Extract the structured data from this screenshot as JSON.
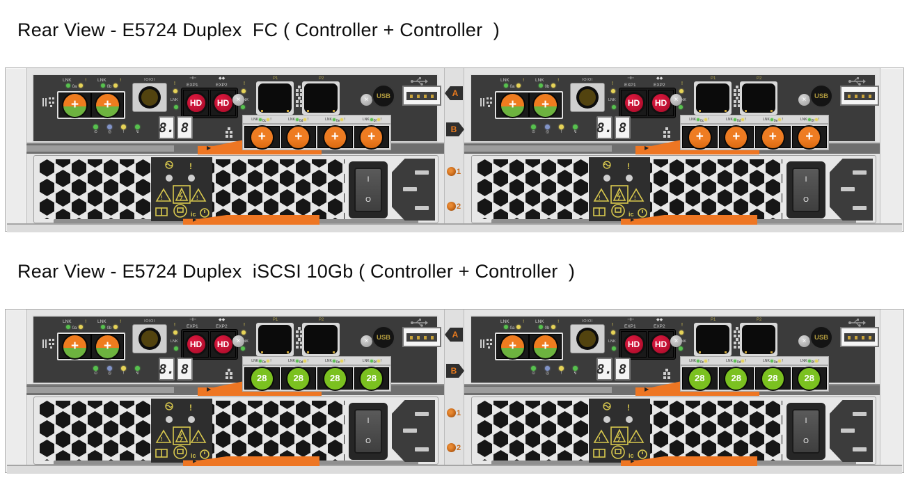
{
  "figures": [
    {
      "variant": "fc",
      "title": "Rear View - E5724 Duplex  FC ( Controller + Controller  )",
      "host_port_text": "+"
    },
    {
      "variant": "iscsi",
      "title": "Rear View - E5724 Duplex  iSCSI 10Gb ( Controller + Controller  )",
      "host_port_text": "28"
    }
  ],
  "controller": {
    "lnk": "LNK",
    "alert": "!",
    "base_port_plus": "+",
    "base_ports": [
      "0a",
      "0b"
    ],
    "serial_label": "IOIOI",
    "exp_link_icon": "⊣⊢",
    "exp_diamond_icon": "◆◆",
    "exp1": "EXP1",
    "exp2": "EXP2",
    "sas_hd": "HD",
    "display_left": "8.",
    "display_right": "8",
    "status_symbols": [
      "⊙",
      "◎",
      "!",
      "↯"
    ],
    "p1": "P1",
    "p2": "P2",
    "usb": "USB",
    "hic_ports": [
      "0c",
      "0d",
      "0e",
      "0f"
    ],
    "screw": "×",
    "latch_arrow": "▶"
  },
  "psu": {
    "alert": "!",
    "temp_text": "ic",
    "switch_on": "I",
    "switch_off": "O",
    "latch_arrow": "▶"
  },
  "divider": {
    "controller_a": "A",
    "controller_b": "B",
    "psu_1": "1",
    "psu_2": "2"
  },
  "colors": {
    "orange_accent": "#ee7623",
    "fc_port_orange": "#ee7c22",
    "sfp_green_bottom": "#6db33f",
    "iscsi_port_green": "#7bc120",
    "sas_red": "#c61334",
    "led_green": "#57c14e",
    "led_amber": "#e6d358",
    "led_blue": "#8294c8",
    "chassis_gray": "#e4e4e4",
    "controller_face": "#3b3b3b"
  }
}
